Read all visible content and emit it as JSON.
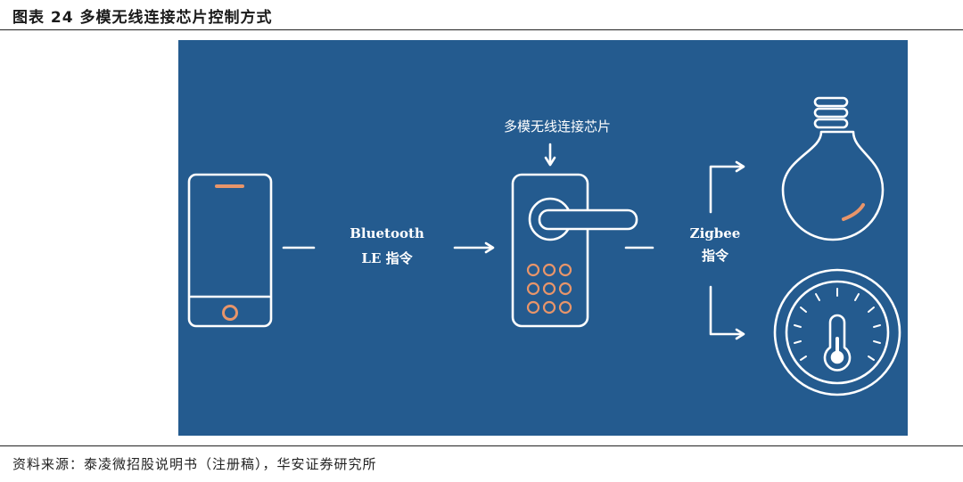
{
  "header": {
    "figure_title": "图表 24 多模无线连接芯片控制方式"
  },
  "diagram": {
    "chip_label": "多模无线连接芯片",
    "ble_line1": "Bluetooth",
    "ble_line2": "LE 指令",
    "zigbee_line1": "Zigbee",
    "zigbee_line2": "指令",
    "colors": {
      "panel": "#245b8f",
      "line": "#ffffff",
      "accent": "#e8956a"
    },
    "icons": [
      "smartphone-icon",
      "door-lock-icon",
      "light-bulb-icon",
      "thermostat-icon"
    ]
  },
  "footer": {
    "source": "资料来源：泰凌微招股说明书（注册稿），华安证券研究所"
  }
}
